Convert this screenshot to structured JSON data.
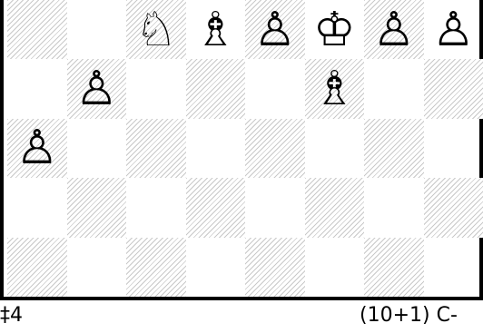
{
  "board": {
    "files": 8,
    "ranks": 5,
    "light_square_color": "#ffffff",
    "dark_square_hatch_color": "#c9c9c9",
    "squares": [
      [
        "",
        "",
        "♘",
        "♗",
        "♙",
        "♔",
        "♙",
        "♙"
      ],
      [
        "",
        "♙",
        "",
        "",
        "",
        "♗",
        "",
        ""
      ],
      [
        "♙",
        "",
        "",
        "",
        "",
        "",
        "",
        ""
      ],
      [
        "",
        "",
        "",
        "",
        "",
        "",
        "",
        ""
      ],
      [
        "",
        "",
        "",
        "",
        "",
        "",
        "",
        ""
      ]
    ],
    "piece_names": [
      [
        "",
        "",
        "white-knight",
        "white-bishop",
        "white-pawn",
        "white-king",
        "white-pawn",
        "white-pawn"
      ],
      [
        "",
        "white-pawn",
        "",
        "",
        "",
        "white-bishop",
        "",
        ""
      ],
      [
        "white-pawn",
        "",
        "",
        "",
        "",
        "",
        "",
        ""
      ],
      [
        "",
        "",
        "",
        "",
        "",
        "",
        "",
        ""
      ],
      [
        "",
        "",
        "",
        "",
        "",
        "",
        "",
        ""
      ]
    ]
  },
  "caption": {
    "stipulation": "‡4",
    "piece_count": "(10+1) C-"
  }
}
